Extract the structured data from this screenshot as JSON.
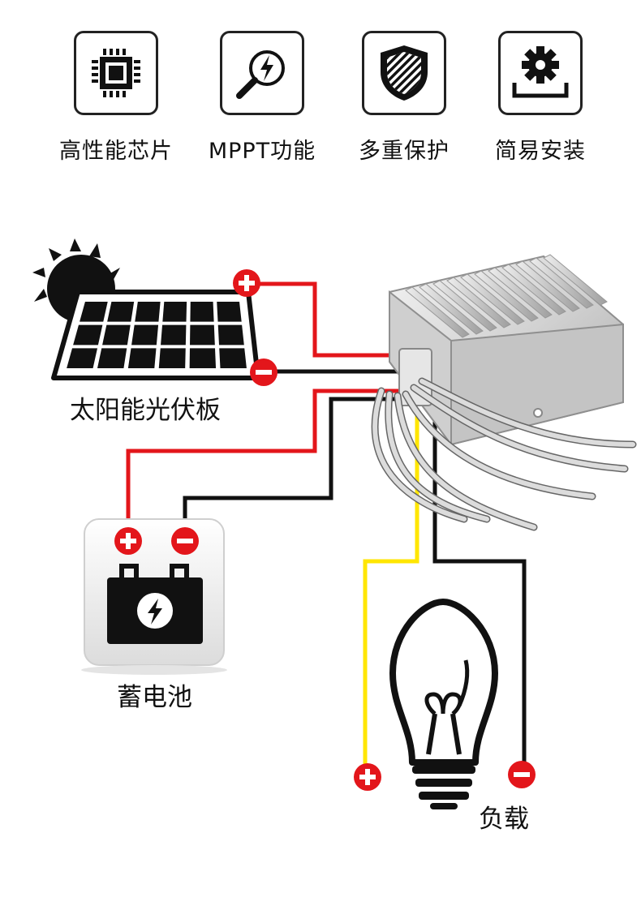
{
  "features": [
    {
      "label": "高性能芯片",
      "icon": "chip-icon"
    },
    {
      "label": "MPPT功能",
      "icon": "lightning-magnifier-icon"
    },
    {
      "label": "多重保护",
      "icon": "shield-icon"
    },
    {
      "label": "简易安装",
      "icon": "gear-install-icon"
    }
  ],
  "components": {
    "solar_panel": "太阳能光伏板",
    "battery": "蓄电池",
    "load": "负载"
  },
  "colors": {
    "positive_wire": "#e3161b",
    "negative_wire": "#111111",
    "load_positive_wire": "#ffe600",
    "terminal_badge": "#e3161b"
  }
}
